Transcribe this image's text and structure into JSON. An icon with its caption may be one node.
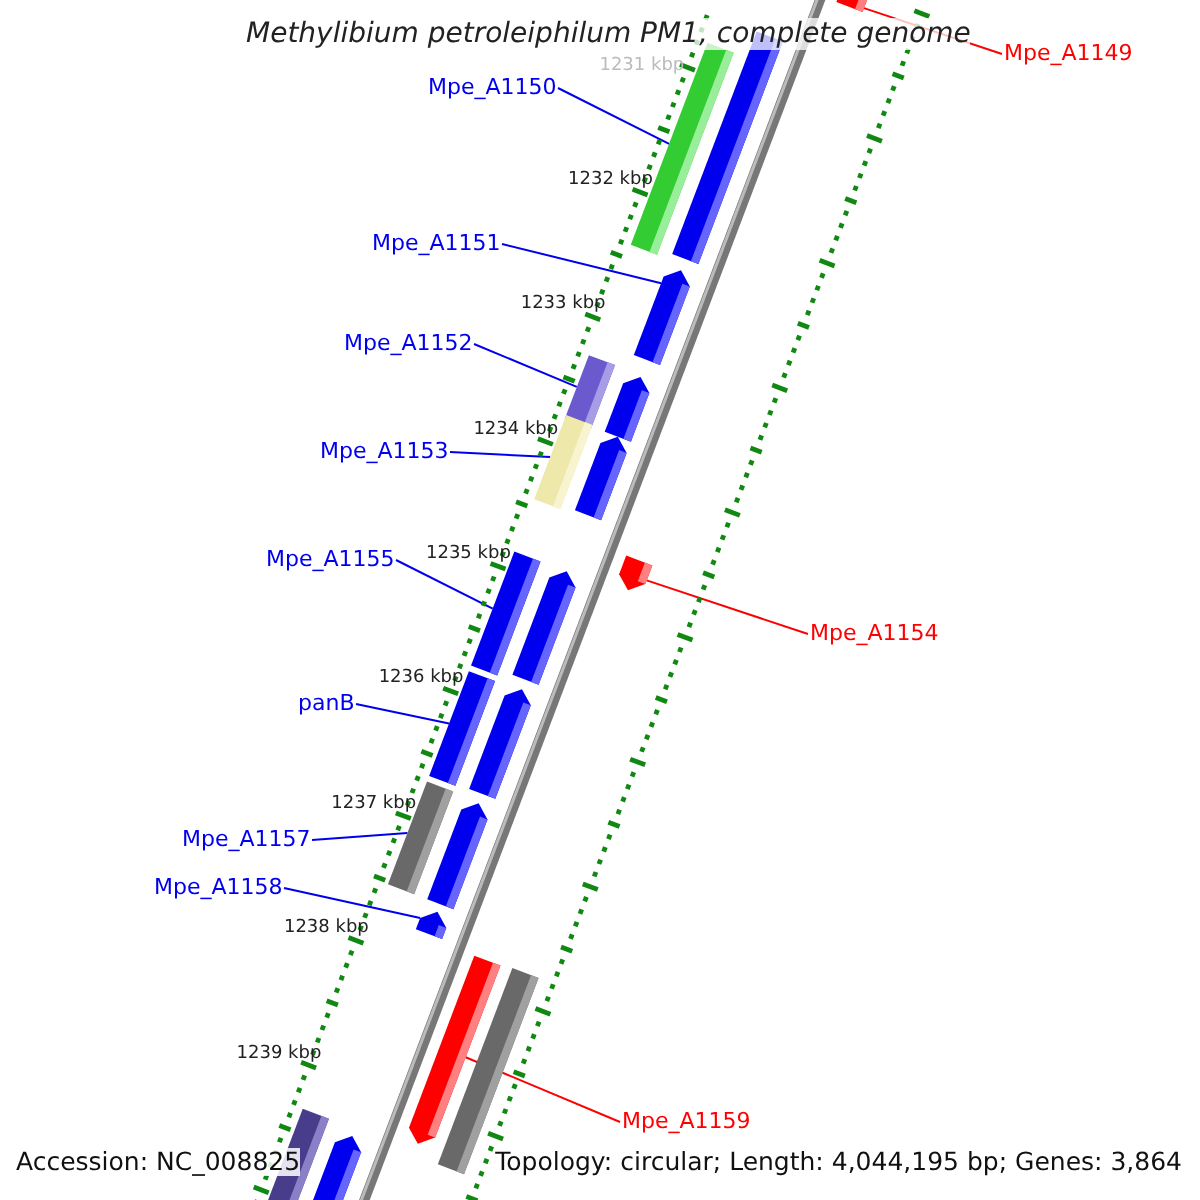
{
  "diagram": {
    "title": "Methylibium petroleiphilum PM1, complete genome",
    "nodes": [
      {
        "text": [
          "Mpe_A1149"
        ]
      },
      {
        "text": [],
        "shape": "bar"
      },
      {
        "text": [
          "Mpe_A1150"
        ]
      },
      {
        "text": [],
        "shape": "bar"
      },
      {
        "text": [],
        "shape": "bar"
      },
      {
        "text": [
          "Mpe_A1151"
        ]
      },
      {
        "text": [],
        "shape": "arrow"
      },
      {
        "text": [
          "Mpe_A1152"
        ]
      },
      {
        "text": [],
        "shape": "bar"
      },
      {
        "text": [],
        "shape": "arrow"
      },
      {
        "text": [
          "Mpe_A1153"
        ]
      },
      {
        "text": [],
        "shape": "bar"
      },
      {
        "text": [],
        "shape": "arrow"
      },
      {
        "text": [
          "Mpe_A1154"
        ]
      },
      {
        "text": [],
        "shape": "arrow"
      },
      {
        "text": [
          "Mpe_A1155"
        ]
      },
      {
        "text": [],
        "shape": "bar"
      },
      {
        "text": [],
        "shape": "arrow"
      },
      {
        "text": [
          "panB"
        ]
      },
      {
        "text": [],
        "shape": "bar"
      },
      {
        "text": [],
        "shape": "arrow"
      },
      {
        "text": [
          "Mpe_A1157"
        ]
      },
      {
        "text": [],
        "shape": "bar"
      },
      {
        "text": [],
        "shape": "arrow"
      },
      {
        "text": [
          "Mpe_A1158"
        ]
      },
      {
        "text": [],
        "shape": "arrow"
      },
      {
        "text": [
          "Mpe_A1159"
        ]
      },
      {
        "text": [],
        "shape": "arrow"
      },
      {
        "text": [],
        "shape": "bar"
      },
      {
        "text": [],
        "shape": "bar"
      },
      {
        "text": [],
        "shape": "arrow"
      }
    ],
    "edges": [
      {
        "from": 0,
        "to": 1,
        "arrow": "none",
        "color": "#ff0000"
      },
      {
        "from": 2,
        "to": 3,
        "arrow": "none"
      },
      {
        "from": 5,
        "to": 6,
        "arrow": "none"
      },
      {
        "from": 7,
        "to": 8,
        "arrow": "none"
      },
      {
        "from": 10,
        "to": 11,
        "arrow": "none"
      },
      {
        "from": 13,
        "to": 14,
        "arrow": "none",
        "color": "#ff0000"
      },
      {
        "from": 15,
        "to": 16,
        "arrow": "none"
      },
      {
        "from": 18,
        "to": 19,
        "arrow": "none"
      },
      {
        "from": 21,
        "to": 22,
        "arrow": "none"
      },
      {
        "from": 24,
        "to": 25,
        "arrow": "none"
      },
      {
        "from": 26,
        "to": 27,
        "arrow": "none",
        "color": "#ff0000"
      }
    ],
    "labels": [
      "1231 kbp",
      "1232 kbp",
      "1233 kbp",
      "1234 kbp",
      "1235 kbp",
      "1236 kbp",
      "1237 kbp",
      "1238 kbp",
      "1239 kbp",
      "Accession: NC_008825",
      "Topology: circular; Length: 4,044,195 bp; Genes: 3,864"
    ]
  }
}
